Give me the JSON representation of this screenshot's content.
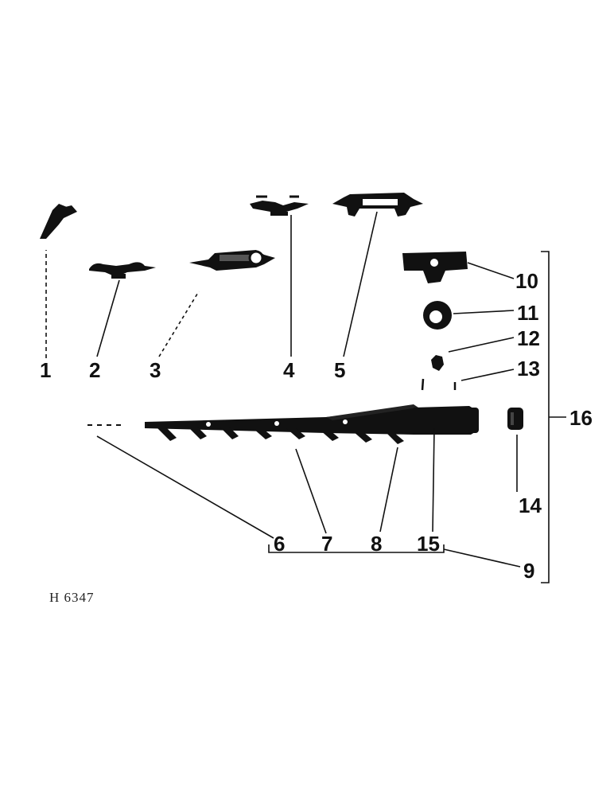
{
  "figure_code": "H 6347",
  "callouts": {
    "c1": "1",
    "c2": "2",
    "c3": "3",
    "c4": "4",
    "c5": "5",
    "c6": "6",
    "c7": "7",
    "c8": "8",
    "c9": "9",
    "c10": "10",
    "c11": "11",
    "c12": "12",
    "c13": "13",
    "c14": "14",
    "c15": "15",
    "c16": "16"
  }
}
